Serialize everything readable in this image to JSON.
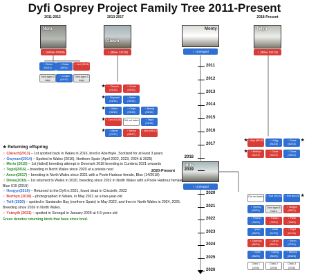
{
  "title": "Dyfi Osprey Project  Family Tree 2011-Present",
  "periods": {
    "nora": "2011-2012",
    "glesni": "2013-2017",
    "telyn": "2018-Present",
    "idris": "2020-Present"
  },
  "parents": {
    "nora": {
      "name": "Nora",
      "label": "♀ (White 03/08)"
    },
    "glesni": {
      "name": "Glesni",
      "label": "♀ (Blue 12/10)"
    },
    "monty": {
      "name": "Monty",
      "label": "♂ Unringed"
    },
    "telyn": {
      "name": "Telyn",
      "label": "♀ (Blue 32/13)"
    },
    "idris": {
      "name": "Idris",
      "label": "♂ Unringed"
    }
  },
  "years_upper": [
    "2011",
    "2012",
    "2013",
    "2014",
    "2015",
    "2016",
    "2017",
    "2018",
    "2019"
  ],
  "years_lower": [
    "2020",
    "2021",
    "2022",
    "2023",
    "2024",
    "2025",
    "2026"
  ],
  "nora_chicks": [
    {
      "t": "♂ Einion (04/11)",
      "c": "blue"
    },
    {
      "t": "♂ Dulas (05/11)",
      "c": "blue"
    },
    {
      "t": "♀ Leri (03/11)",
      "c": "red"
    },
    {
      "t": "Died aged 3 days",
      "c": "gray"
    },
    {
      "t": "♂ Ceulan (91/12)",
      "c": "blue"
    },
    {
      "t": "Died aged 3 days",
      "c": "gray"
    }
  ],
  "glesni_chicks": [
    {
      "t": "♀ Clarach (91/13)",
      "c": "red"
    },
    {
      "t": "♀ Cerist (92/13)",
      "c": "red"
    },
    {
      "t": "♂ Gwynant (91/14)",
      "c": "blue"
    },
    {
      "t": "♀ Merin (92/14)",
      "c": "blue"
    },
    {
      "t": "♂ Merin (92/15)",
      "c": "blue"
    },
    {
      "t": "♂ Celyn (93/15)",
      "c": "blue"
    },
    {
      "t": "♂ Brenig (95/15)",
      "c": "blue"
    },
    {
      "t": "♀ Ceri (91/16)",
      "c": "red"
    },
    {
      "t": "Did not hatch",
      "c": "white"
    },
    {
      "t": "♂ Tegid (91/16)",
      "c": "blue"
    },
    {
      "t": "♂ Aeron (97/17)",
      "c": "blue"
    },
    {
      "t": "♀ Menai (98/17)",
      "c": "red"
    },
    {
      "t": "♀ Idris (96/17)",
      "c": "red"
    }
  ],
  "telyn_chicks_upper": [
    {
      "t": "♀ Alys (80/18)",
      "c": "red"
    },
    {
      "t": "♂ Helyg (81/18)",
      "c": "blue"
    },
    {
      "t": "♂ Dinas (82/18)",
      "c": "blue"
    },
    {
      "t": "♀ Berthyn (91/19)",
      "c": "red"
    },
    {
      "t": "♀ Dinas (92/19)",
      "c": "red"
    },
    {
      "t": "♂ Dinas (93/19)",
      "c": "blue"
    }
  ],
  "idris_chicks": [
    {
      "t": "Did not hatch",
      "c": "white"
    },
    {
      "t": "♂ Tywi (94/20)",
      "c": "blue"
    },
    {
      "t": "♂ Teifi (8X/20)",
      "c": "blue"
    },
    {
      "t": "♂ Vyrnwy (99/21)",
      "c": "blue"
    },
    {
      "t": "Died aged 6 hours",
      "c": "gray"
    },
    {
      "t": "♀ Taeglyn (98/21)",
      "c": "red"
    },
    {
      "t": "♂ Pedran (76/22)",
      "c": "blue"
    },
    {
      "t": "♀ Padarn (79/22)",
      "c": "red"
    },
    {
      "t": "♀ Paith (78/22)",
      "c": "red"
    },
    {
      "t": "♂ Tywyn (98/23)",
      "c": "blue"
    },
    {
      "t": "♂ Adda (9Y/23)",
      "c": "blue"
    },
    {
      "t": "♀ Tegid (8Y/23)",
      "c": "red"
    },
    {
      "t": "♀ Gwenlas (86/24)",
      "c": "red"
    },
    {
      "t": "♀ Caron (86/24)",
      "c": "red"
    },
    {
      "t": "♂ Seren (97/24)",
      "c": "blue"
    },
    {
      "t": "♂ Tryfan (88/25)",
      "c": "blue"
    },
    {
      "t": "♂ Carrog (89/25)",
      "c": "blue"
    },
    {
      "t": "♂ Wennol (8N/25)",
      "c": "blue"
    },
    {
      "t": "Chick 1 (2026)",
      "c": "white"
    },
    {
      "t": "Chick 2 (2026)",
      "c": "white"
    },
    {
      "t": "Chick 3 (2026)",
      "c": "white"
    }
  ],
  "legend": {
    "heading": "★ Returning offspring",
    "rows": [
      {
        "name": "♀ Clarach(2013)",
        "sym": "f",
        "text": " – 1st spotted back in Wales in 2016, bred in Aberfoyle, Scotland for at least 3 years",
        "green": false
      },
      {
        "name": "♂ Gwynant(2014)",
        "sym": "m",
        "text": " – Spotted in Wales (2016), Northern Spain (April 2022, 2023, 2024 & 2025)",
        "green": false
      },
      {
        "name": "♀ Merin (2015)",
        "sym": "f",
        "text": " – 1st (failed) breeding attempt in Denmark 2018 breeding in Cumbria 2021 onwards",
        "green": true
      },
      {
        "name": "♂ Tegid(2016)",
        "sym": "m",
        "text": " – breeding in North Wales since 2020 at a private nest",
        "green": true
      },
      {
        "name": "♂ Aeron(2017)",
        "sym": "m",
        "text": " – breeding in North Wales since 2021 with a Poole Harbour female, Blue (14/2018)",
        "green": true
      },
      {
        "name": "♂ Dinas(2018)",
        "sym": "m",
        "text": " – 1st returned to Wales in 2020, breeding since 2022 in North Wales with a Poole Harbour female, Blue 019 (2019)",
        "green": true
      },
      {
        "name": "♂ Hesgyn(2019)",
        "sym": "m",
        "text": " – Returned to the Dyfi in 2021, found dead in Criccieth, 2022",
        "green": false
      },
      {
        "name": "♀ Berthyn (2019)",
        "sym": "f",
        "text": " – photographed in Wales, in May 2021 as a two-year-old",
        "green": false
      },
      {
        "name": "♂ Teifi (2020)",
        "sym": "m",
        "text": " – spotted in Santander Bay (northern Spain) in May 2022, and then in North Wales in 2024, 2025. Breeding since 2026 in North Wales.",
        "green": false
      },
      {
        "name": "♀ Ystwyth (2021)",
        "sym": "f",
        "text": " – spotted in Senegal in January 2026 at 4.5 years old",
        "green": false
      }
    ],
    "footer": "Green denotes returning birds that have since bred."
  },
  "colors": {
    "female": "#d93b36",
    "male": "#2f6fd1",
    "green": "#2a8a2a"
  }
}
